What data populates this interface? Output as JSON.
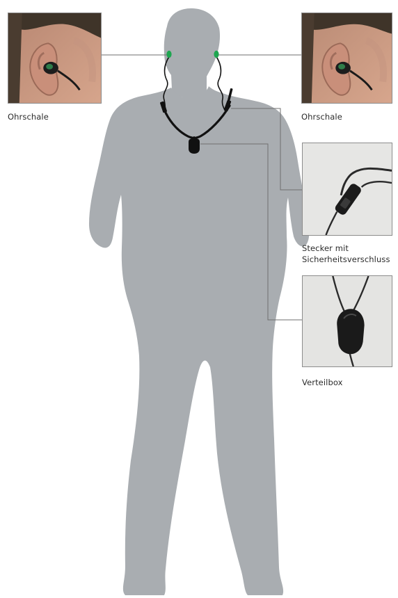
{
  "labels": {
    "earpiece_left": "Ohrschale",
    "earpiece_right": "Ohrschale",
    "connector_line1": "Stecker mit",
    "connector_line2": "Sicherheitsverschluss",
    "distribution_box": "Verteilbox"
  },
  "colors": {
    "silhouette": "#a9adb1",
    "cable": "#111111",
    "earpiece": "#1ea650",
    "leader_line": "#6f6f6f",
    "photo_border": "#8c8c8c"
  },
  "icons": {
    "figure": "standing-person-silhouette",
    "photo_ear": "ear-with-earpiece-photo",
    "photo_connector": "cable-connector-photo",
    "photo_box": "distribution-box-photo"
  }
}
